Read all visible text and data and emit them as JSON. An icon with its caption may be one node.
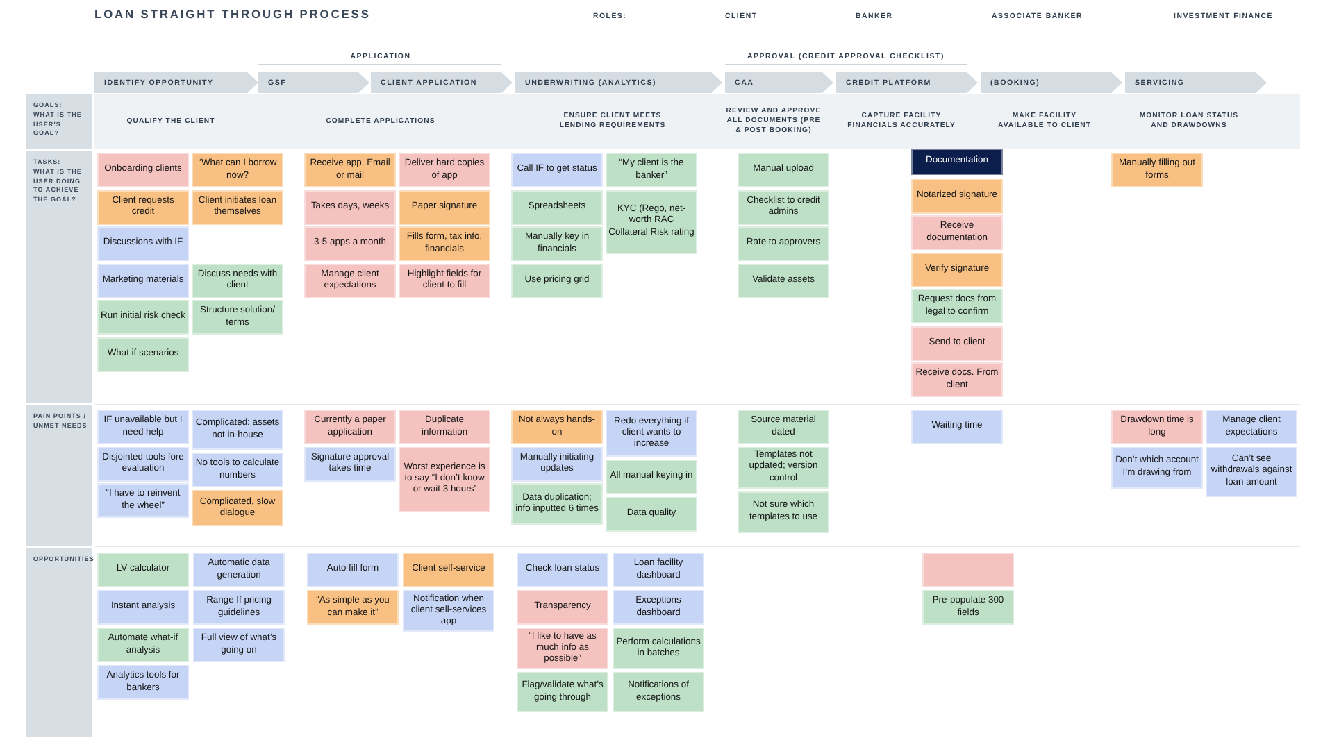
{
  "diagram": {
    "title": "LOAN STRAIGHT THROUGH PROCESS",
    "nodes": [
      {
        "text": [
          "IDENTIFY OPPORTUNITY"
        ]
      },
      {
        "text": [
          "GSF"
        ]
      },
      {
        "text": [
          "CLIENT APPLICATION"
        ]
      },
      {
        "text": [
          "UNDERWRITING (ANALYTICS)"
        ]
      },
      {
        "text": [
          "CAA"
        ]
      },
      {
        "text": [
          "CREDIT PLATFORM"
        ]
      },
      {
        "text": [
          "(BOOKING)"
        ]
      },
      {
        "text": [
          "SERVICING"
        ]
      },
      {
        "text": [
          "GOALS:",
          "WHAT IS THE USER'S GOAL?"
        ]
      },
      {
        "text": [
          "QUALIFY THE CLIENT",
          "COMPLETE APPLICATIONS",
          "ENSURE CLIENT MEETS LENDING REQUIREMENTS",
          "REVIEW AND APPROVE ALL DOCUMENTS (PRE & POST BOOKING)",
          "CAPTURE FACILITY FINANCIALS ACCURATELY",
          "MAKE FACILITY AVAILABLE TO CLIENT",
          "MONITOR LOAN STATUS AND DRAWDOWNS"
        ]
      },
      {
        "text": [
          "TASKS:",
          "WHAT IS THE USER DOING TO ACHIEVE THE GOAL?"
        ]
      },
      {
        "text": [
          "Onboarding clients"
        ]
      },
      {
        "text": [
          "Client requests credit"
        ]
      },
      {
        "text": [
          "Discussions with IF"
        ]
      },
      {
        "text": [
          "Marketing materials"
        ]
      },
      {
        "text": [
          "Run initial risk check"
        ]
      },
      {
        "text": [
          "What if scenarios"
        ]
      },
      {
        "text": [
          "“What can I borrow now?"
        ]
      },
      {
        "text": [
          "Client initiates loan themselves"
        ]
      },
      {
        "text": [
          "Discuss needs with client"
        ]
      },
      {
        "text": [
          "Structure solution/ terms"
        ]
      },
      {
        "text": [
          "Receive app. Email or mail"
        ]
      },
      {
        "text": [
          "Takes days, weeks"
        ]
      },
      {
        "text": [
          "3-5 apps a month"
        ]
      },
      {
        "text": [
          "Manage client expectations"
        ]
      },
      {
        "text": [
          "Deliver hard copies of app"
        ]
      },
      {
        "text": [
          "Paper signature"
        ]
      },
      {
        "text": [
          "Fills form, tax info, financials"
        ]
      },
      {
        "text": [
          "Highlight fields for client to fill"
        ]
      },
      {
        "text": [
          "Call IF to get status"
        ]
      },
      {
        "text": [
          "Spreadsheets"
        ]
      },
      {
        "text": [
          "Manually key in financials"
        ]
      },
      {
        "text": [
          "Use pricing grid"
        ]
      },
      {
        "text": [
          "“My client is the banker”"
        ]
      },
      {
        "text": [
          "KYC (Rego, net-worth RAC Collateral Risk rating"
        ]
      },
      {
        "text": [
          "Manual upload"
        ]
      },
      {
        "text": [
          "Checklist to credit admins"
        ]
      },
      {
        "text": [
          "Rate to approvers"
        ]
      },
      {
        "text": [
          "Validate assets"
        ]
      },
      {
        "text": [
          "Documentation"
        ]
      },
      {
        "text": [
          "Notarized signature"
        ]
      },
      {
        "text": [
          "Receive documentation"
        ]
      },
      {
        "text": [
          "Verify signature"
        ]
      },
      {
        "text": [
          "Request docs from legal to confirm"
        ]
      },
      {
        "text": [
          "Send to client"
        ]
      },
      {
        "text": [
          "Receive docs. From client"
        ]
      },
      {
        "text": [
          "Manually filling out forms"
        ]
      },
      {
        "text": [
          "PAIN POINTS / UNMET NEEDS"
        ]
      },
      {
        "text": [
          "IF unavailable but I need help"
        ]
      },
      {
        "text": [
          "Disjointed tools fore evaluation"
        ]
      },
      {
        "text": [
          "“I have to reinvent the wheel”"
        ]
      },
      {
        "text": [
          "Complicated: assets not in-house"
        ]
      },
      {
        "text": [
          "No tools to calculate numbers"
        ]
      },
      {
        "text": [
          "Complicated, slow dialogue"
        ]
      },
      {
        "text": [
          "Currently a paper application"
        ]
      },
      {
        "text": [
          "Signature approval takes time"
        ]
      },
      {
        "text": [
          "Duplicate information"
        ]
      },
      {
        "text": [
          "Worst experience is to say “I don’t know or wait 3 hours’"
        ]
      },
      {
        "text": [
          "Not always hands-on"
        ]
      },
      {
        "text": [
          "Manually initiating updates"
        ]
      },
      {
        "text": [
          "Data duplication; info inputted 6 times"
        ]
      },
      {
        "text": [
          "Redo everything if client wants to increase"
        ]
      },
      {
        "text": [
          "All manual keying in"
        ]
      },
      {
        "text": [
          "Data quality"
        ]
      },
      {
        "text": [
          "Source material dated"
        ]
      },
      {
        "text": [
          "Templates not updated; version control"
        ]
      },
      {
        "text": [
          "Not sure which templates to use"
        ]
      },
      {
        "text": [
          "Waiting time"
        ]
      },
      {
        "text": [
          "Drawdown time is long"
        ]
      },
      {
        "text": [
          "Don’t which account I’m drawing from"
        ]
      },
      {
        "text": [
          "Manage client expectations"
        ]
      },
      {
        "text": [
          "Can’t see withdrawals against loan amount"
        ]
      },
      {
        "text": [
          "OPPORTUNITIES"
        ]
      },
      {
        "text": [
          "LV calculator"
        ]
      },
      {
        "text": [
          "Instant analysis"
        ]
      },
      {
        "text": [
          "Automate what-if analysis"
        ]
      },
      {
        "text": [
          "Analytics tools for bankers"
        ]
      },
      {
        "text": [
          "Automatic data generation"
        ]
      },
      {
        "text": [
          "Range If pricing guidelines"
        ]
      },
      {
        "text": [
          "Full view of what’s going on"
        ]
      },
      {
        "text": [
          "Auto fill form"
        ]
      },
      {
        "text": [
          "“As simple as you can make it”"
        ]
      },
      {
        "text": [
          "Client self-service"
        ]
      },
      {
        "text": [
          "Notification when client sell-services app"
        ]
      },
      {
        "text": [
          "Check loan status"
        ]
      },
      {
        "text": [
          "Transparency"
        ]
      },
      {
        "text": [
          "“I like to have as much info as possible”"
        ]
      },
      {
        "text": [
          "Flag/validate what’s going through"
        ]
      },
      {
        "text": [
          "Loan facility dashboard"
        ]
      },
      {
        "text": [
          "Exceptions dashboard"
        ]
      },
      {
        "text": [
          "Perform calculations in batches"
        ]
      },
      {
        "text": [
          "Notifications of exceptions"
        ]
      },
      {
        "text": [],
        "shape": "box"
      },
      {
        "text": [
          "Pre-populate 300 fields"
        ]
      }
    ],
    "labels": [
      "ROLES:",
      "CLIENT",
      "BANKER",
      "ASSOCIATE BANKER",
      "INVESTMENT FINANCE",
      "APPLICATION",
      "APPROVAL (CREDIT APPROVAL CHECKLIST)"
    ]
  }
}
